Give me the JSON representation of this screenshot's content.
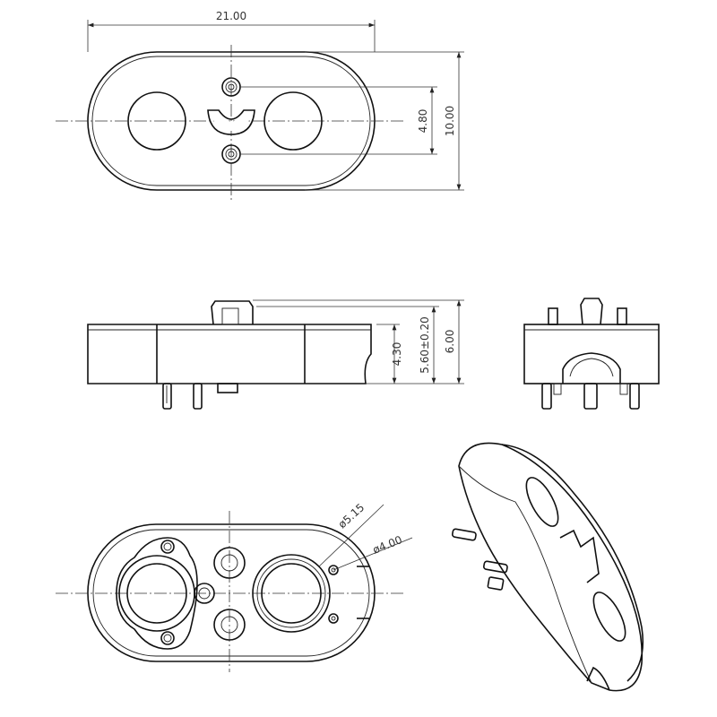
{
  "dimensions": {
    "overall_length": "21.00",
    "pin_spacing": "4.80",
    "overall_width": "10.00",
    "body_height": "4.30",
    "height_tolerance": "5.60±0.20",
    "overall_height": "6.00",
    "outer_diameter": "ø5.15",
    "inner_diameter": "ø4.00"
  }
}
